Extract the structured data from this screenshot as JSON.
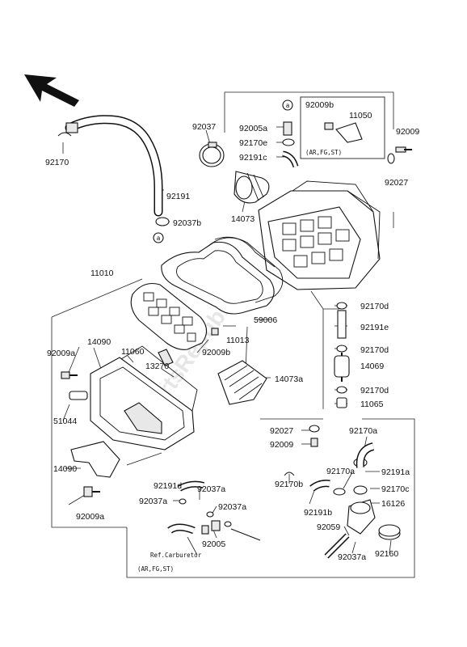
{
  "watermark": "PartsRepublik",
  "notes": {
    "box_models_top": "(AR,FG,ST)",
    "ref_carburetor": "Ref.Carburetor",
    "box_models_bottom": "(AR,FG,ST)"
  },
  "markers": {
    "a": "a"
  },
  "labels": {
    "p92170_tl": "92170",
    "p92191_tl": "92191",
    "p92037b_tl": "92037b",
    "p92037_top": "92037",
    "p92005a": "92005a",
    "p92170e": "92170e",
    "p92191c": "92191c",
    "p92009b_box": "92009b",
    "p11050": "11050",
    "p92009_tr": "92009",
    "p92027_tr": "92027",
    "p14073": "14073",
    "p11010": "11010",
    "p59006": "59006",
    "p11013": "11013",
    "p92009b_mid": "92009b",
    "p92170d_1": "92170d",
    "p92191e": "92191e",
    "p92170d_2": "92170d",
    "p14069": "14069",
    "p92170d_3": "92170d",
    "p11065": "11065",
    "p92009a_l": "92009a",
    "p14090_1": "14090",
    "p11060": "11060",
    "p13270": "13270",
    "p14073a": "14073a",
    "p51044": "51044",
    "p92027_mid": "92027",
    "p92009_mid": "92009",
    "p14090_2": "14090",
    "p92009a_b": "92009a",
    "p92170a_1": "92170a",
    "p92170a_2": "92170a",
    "p92191a": "92191a",
    "p92170c": "92170c",
    "p92191d": "92191d",
    "p92037a_1": "92037a",
    "p92037a_2": "92037a",
    "p92037a_3": "92037a",
    "p92170b": "92170b",
    "p92191b": "92191b",
    "p16126": "16126",
    "p92005": "92005",
    "p92059": "92059",
    "p92037a_4": "92037a",
    "p92160": "92160"
  }
}
